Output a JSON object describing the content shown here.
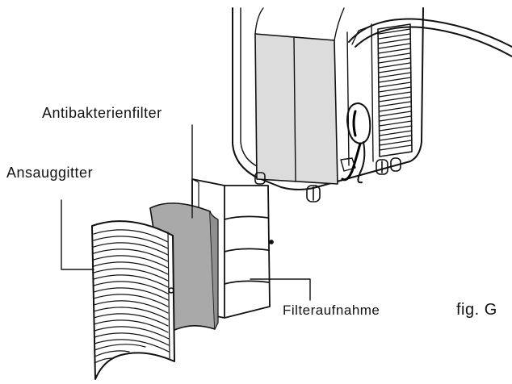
{
  "labels": {
    "antibakterienfilter": "Antibakterienfilter",
    "ansauggitter": "Ansauggitter",
    "filteraufnahme": "Filteraufnahme",
    "figure_caption": "fig. G"
  }
}
